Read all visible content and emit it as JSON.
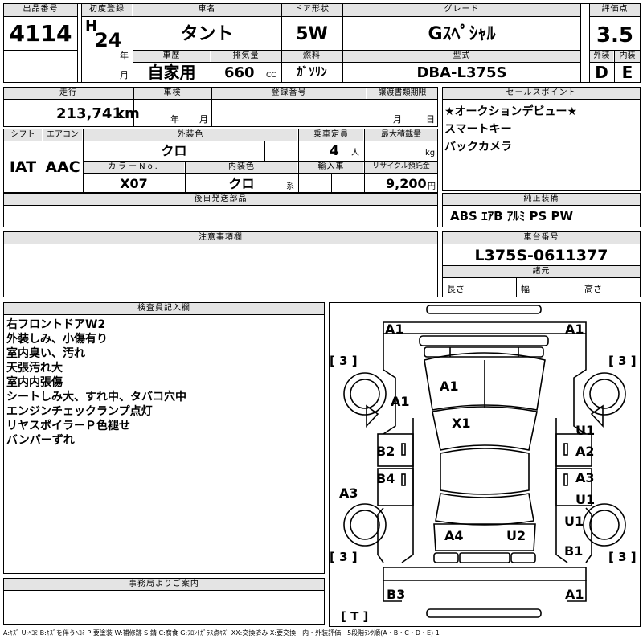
{
  "header": {
    "lot_label": "出品番号",
    "lot_no": "4114",
    "first_reg_label": "初度登録",
    "era": "H",
    "year": "24",
    "year_unit": "年",
    "month_unit": "月",
    "car_name_label": "車名",
    "car_name": "タント",
    "door_label": "ドア形状",
    "door": "5W",
    "grade_label": "グレード",
    "grade": "Gｽﾍﾟｼｬﾙ",
    "score_label": "評価点",
    "score": "3.5",
    "history_label": "車歴",
    "history": "自家用",
    "displacement_label": "排気量",
    "displacement": "660",
    "displacement_unit": "CC",
    "fuel_label": "燃料",
    "fuel": "ｶﾞｿﾘﾝ",
    "model_label": "型式",
    "model": "DBA-L375S",
    "ext_label": "外装",
    "ext_grade": "D",
    "int_label": "内装",
    "int_grade": "E"
  },
  "row2": {
    "mileage_label": "走行",
    "mileage": "213,741",
    "mileage_unit": "km",
    "inspection_label": "車検",
    "inspection_year_unit": "年",
    "inspection_month_unit": "月",
    "reg_no_label": "登録番号",
    "transfer_label": "譲渡書類期限",
    "transfer_month_unit": "月",
    "transfer_day_unit": "日",
    "selling_label": "セールスポイント",
    "selling_points": [
      "★オークションデビュー★",
      "スマートキー",
      "バックカメラ"
    ]
  },
  "row3": {
    "shift_label": "シフト",
    "shift": "IAT",
    "ac_label": "エアコン",
    "ac": "AAC",
    "color_label": "外装色",
    "color": "クロ",
    "capacity_label": "乗車定員",
    "capacity": "4",
    "capacity_unit": "人",
    "load_label": "最大積載量",
    "load_unit": "kg",
    "color_no_label": "カラーNo.",
    "color_no": "X07",
    "interior_color_label": "内装色",
    "interior_color": "クロ",
    "interior_color_unit": "系",
    "import_label": "輸入車",
    "recycle_label": "リサイクル預託金",
    "recycle": "9,200",
    "recycle_unit": "円"
  },
  "later_parts_label": "後日発送部品",
  "equipment_label": "純正装備",
  "equipment": "ABS ｴｱB ｱﾙﾐ PS PW",
  "notes_label": "注意事項欄",
  "chassis_label": "車台番号",
  "chassis_no": "L375S-0611377",
  "specs_label": "諸元",
  "length_label": "長さ",
  "width_label": "幅",
  "height_label": "高さ",
  "inspector_label": "検査員記入欄",
  "inspector_notes": [
    "右フロントドアW2",
    "外装しみ、小傷有り",
    "室内臭い、汚れ",
    "天張汚れ大",
    "室内内張傷",
    "シートしみ大、すれ中、タバコ穴中",
    "エンジンチェックランプ点灯",
    "リヤスポイラーＰ色褪せ",
    "バンパーずれ"
  ],
  "office_label": "事務局よりご案内",
  "legend": "A:ｷｽﾞ U:ﾍｺﾐ B:ｷｽﾞを伴うﾍｺﾐ P:要塗装 W:補修跡 S:錆 C:腐食 G:ﾌﾛﾝﾄｶﾞﾗｽ点ｷｽﾞ XX:交換済み X:要交換　内・外装評価　5段階ﾗﾝｸ順(A・B・C・D・E) 1",
  "diagram": {
    "marks": {
      "fl_bumper": "A1",
      "fr_bumper": "A1",
      "hood": "A1",
      "fl_fender": "A1",
      "windshield": "X1",
      "rf_door_top": "U1",
      "rf_door": "A2",
      "rr_door_top": "A3",
      "rr_door": "U1",
      "lf_door": "B2",
      "lr_door": "B4",
      "l_quarter": "A3",
      "r_quarter_top": "U1",
      "r_quarter": "B1",
      "rear_left": "A4",
      "rear_right": "U2",
      "r_bumper_left": "B3",
      "r_bumper_right": "A1"
    },
    "tires": [
      "[ 3 ]",
      "[ 3 ]",
      "[ 3 ]",
      "[ 3 ]"
    ],
    "spare": "[ T ]"
  }
}
